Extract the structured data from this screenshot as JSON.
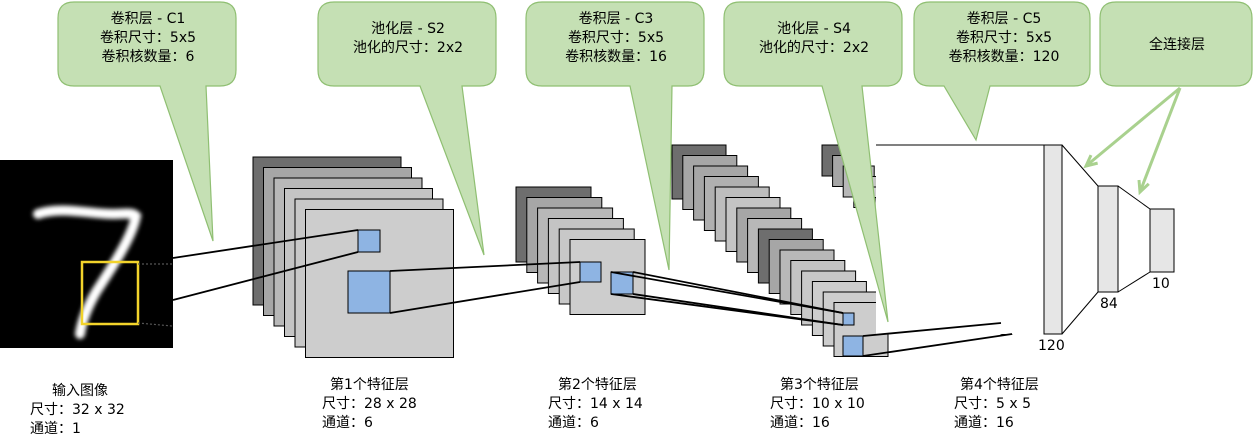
{
  "callouts": [
    {
      "lines": [
        "卷积层 - C1",
        "卷积尺寸：5x5",
        "卷积核数量：6"
      ]
    },
    {
      "lines": [
        "池化层 - S2",
        "池化的尺寸：2x2"
      ]
    },
    {
      "lines": [
        "卷积层 - C3",
        "卷积尺寸：5x5",
        "卷积核数量：16"
      ]
    },
    {
      "lines": [
        "池化层 - S4",
        "池化的尺寸：2x2"
      ]
    },
    {
      "lines": [
        "卷积层 - C5",
        "卷积尺寸：5x5",
        "卷积核数量：120"
      ]
    },
    {
      "lines": [
        "全连接层"
      ]
    }
  ],
  "captions": [
    {
      "lines": [
        "输入图像",
        "尺寸：32 x 32",
        "通道：1"
      ]
    },
    {
      "lines": [
        "第1个特征层",
        "尺寸：28 x 28",
        "通道：6"
      ]
    },
    {
      "lines": [
        "第2个特征层",
        "尺寸：14 x 14",
        "通道：6"
      ]
    },
    {
      "lines": [
        "第3个特征层",
        "尺寸：10 x 10",
        "通道：16"
      ]
    },
    {
      "lines": [
        "第4个特征层",
        "尺寸：5 x 5",
        "通道：16"
      ]
    }
  ],
  "fc_sizes": [
    "120",
    "84",
    "10"
  ],
  "colors": {
    "callout_fill": "#c5e0b4",
    "callout_stroke": "#8fbf72",
    "map_light": "#cdcdcd",
    "map_mid": "#a6a6a6",
    "map_dark": "#6e6e6e",
    "highlight_blue": "#8eb4e3",
    "window_yellow": "#f2d32b",
    "arrow_green": "#a9d18e"
  }
}
